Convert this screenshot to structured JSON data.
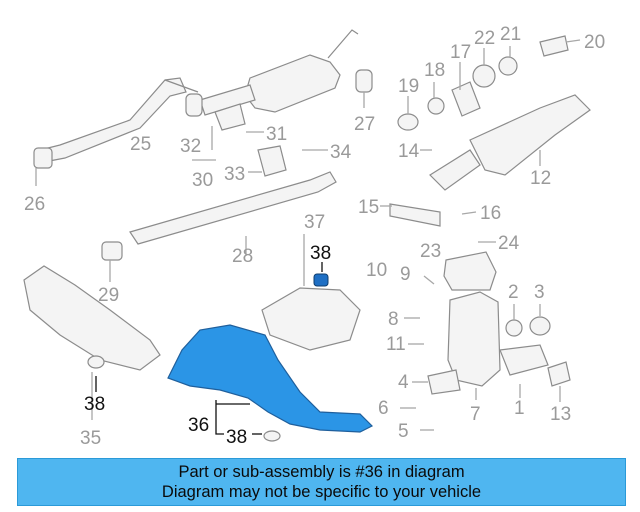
{
  "diagram": {
    "highlighted_part": "36",
    "colors": {
      "highlight": "#2b95e6",
      "banner_bg": "#4fb6f0",
      "leader": "#a8a8a8",
      "leader_highlight": "#111111"
    },
    "callouts": [
      {
        "id": "20",
        "label": "20"
      },
      {
        "id": "21",
        "label": "21"
      },
      {
        "id": "22",
        "label": "22"
      },
      {
        "id": "17",
        "label": "17"
      },
      {
        "id": "18",
        "label": "18"
      },
      {
        "id": "19",
        "label": "19"
      },
      {
        "id": "25",
        "label": "25"
      },
      {
        "id": "27",
        "label": "27"
      },
      {
        "id": "32",
        "label": "32"
      },
      {
        "id": "31",
        "label": "31"
      },
      {
        "id": "34",
        "label": "34"
      },
      {
        "id": "30",
        "label": "30"
      },
      {
        "id": "33",
        "label": "33"
      },
      {
        "id": "14",
        "label": "14"
      },
      {
        "id": "12",
        "label": "12"
      },
      {
        "id": "26",
        "label": "26"
      },
      {
        "id": "37",
        "label": "37"
      },
      {
        "id": "15",
        "label": "15"
      },
      {
        "id": "16",
        "label": "16"
      },
      {
        "id": "28",
        "label": "28"
      },
      {
        "id": "38a",
        "label": "38"
      },
      {
        "id": "23",
        "label": "23"
      },
      {
        "id": "24",
        "label": "24"
      },
      {
        "id": "10",
        "label": "10"
      },
      {
        "id": "9",
        "label": "9"
      },
      {
        "id": "29",
        "label": "29"
      },
      {
        "id": "2",
        "label": "2"
      },
      {
        "id": "3",
        "label": "3"
      },
      {
        "id": "8",
        "label": "8"
      },
      {
        "id": "11",
        "label": "11"
      },
      {
        "id": "38b",
        "label": "38"
      },
      {
        "id": "4",
        "label": "4"
      },
      {
        "id": "6",
        "label": "6"
      },
      {
        "id": "1",
        "label": "1"
      },
      {
        "id": "13",
        "label": "13"
      },
      {
        "id": "7",
        "label": "7"
      },
      {
        "id": "36",
        "label": "36"
      },
      {
        "id": "5",
        "label": "5"
      },
      {
        "id": "38c",
        "label": "38"
      },
      {
        "id": "35",
        "label": "35"
      }
    ]
  },
  "banner": {
    "line1": "Part or sub-assembly is #36 in diagram",
    "line2": "Diagram may not be specific to your vehicle"
  }
}
